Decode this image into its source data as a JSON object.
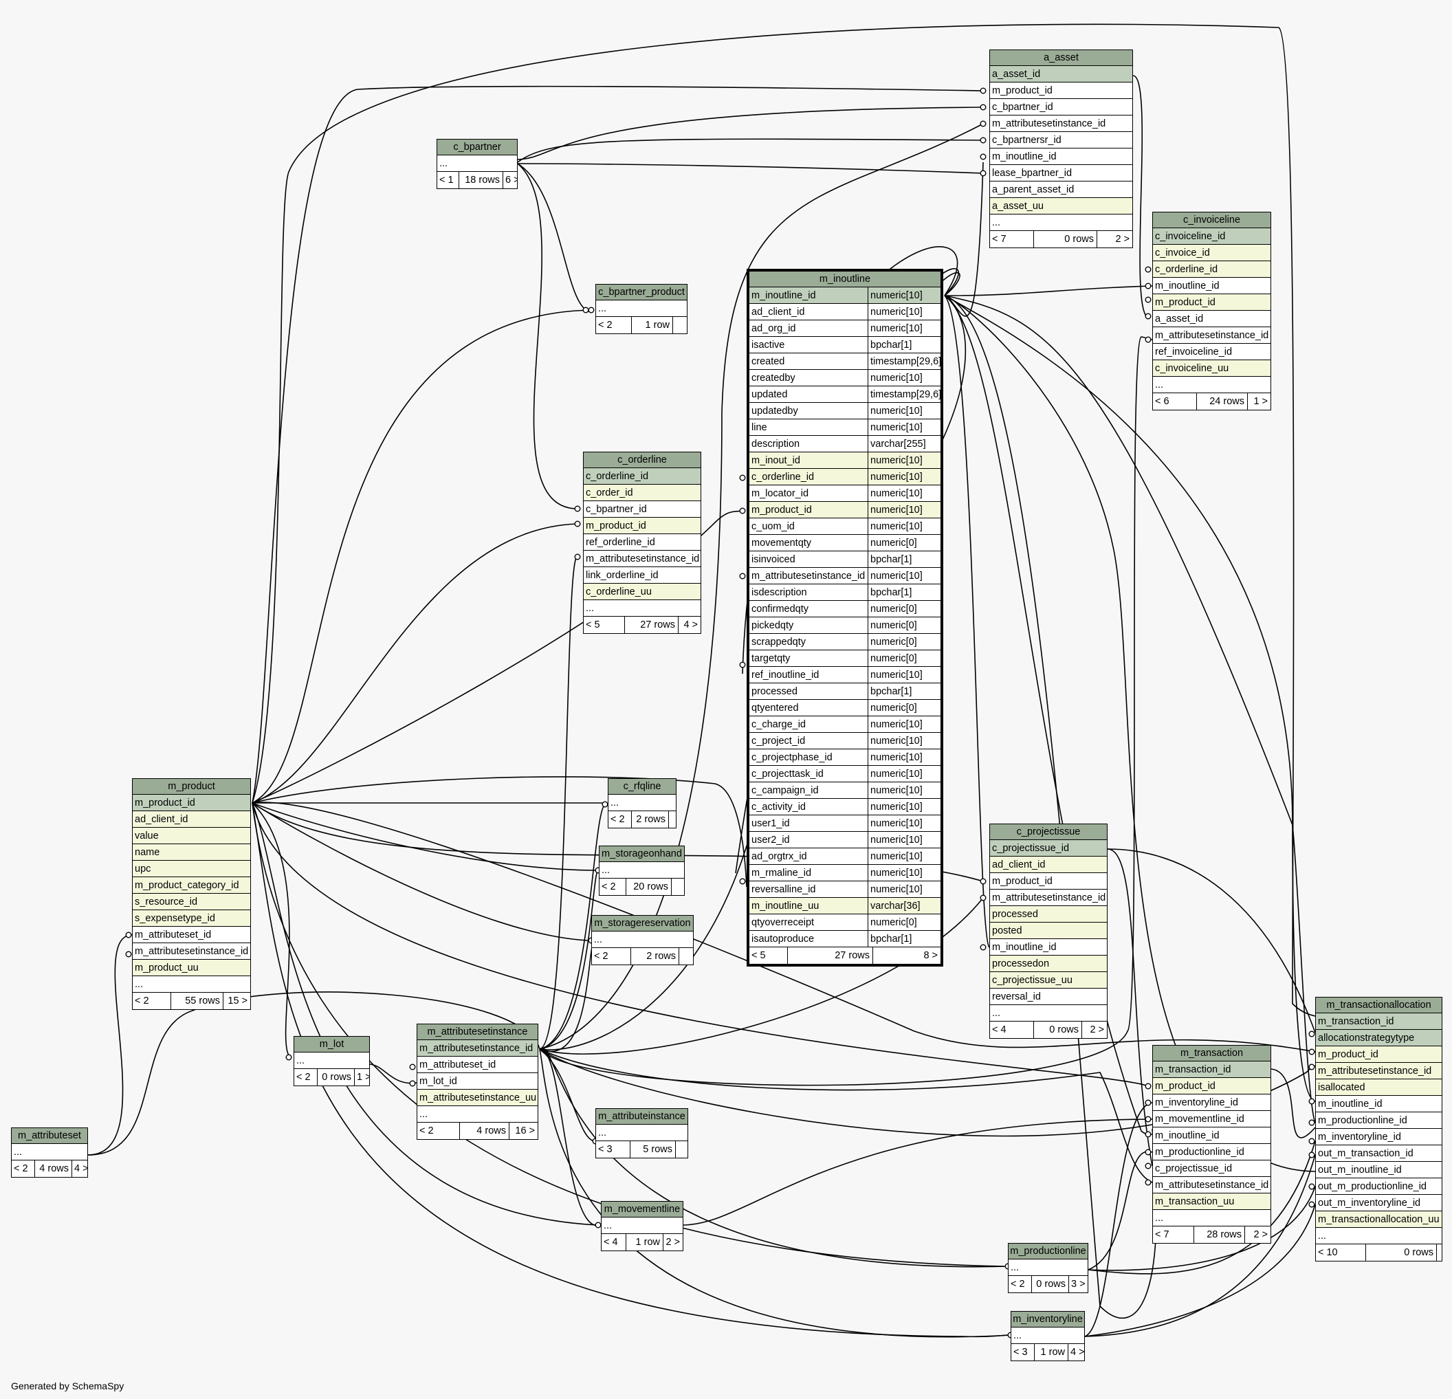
{
  "footer": {
    "generated_by": "Generated by SchemaSpy"
  },
  "tables": {
    "a_asset": {
      "name": "a_asset",
      "columns": [
        {
          "name": "a_asset_id",
          "kind": "pk"
        },
        {
          "name": "m_product_id"
        },
        {
          "name": "c_bpartner_id"
        },
        {
          "name": "m_attributesetinstance_id"
        },
        {
          "name": "c_bpartnersr_id"
        },
        {
          "name": "m_inoutline_id"
        },
        {
          "name": "lease_bpartner_id"
        },
        {
          "name": "a_parent_asset_id"
        },
        {
          "name": "a_asset_uu",
          "kind": "idx"
        },
        {
          "name": "..."
        }
      ],
      "footer": [
        "< 7",
        "0 rows",
        "2 >"
      ]
    },
    "c_bpartner": {
      "name": "c_bpartner",
      "columns": [
        {
          "name": "..."
        }
      ],
      "footer": [
        "< 1",
        "18 rows",
        "6 >"
      ]
    },
    "c_bpartner_product": {
      "name": "c_bpartner_product",
      "columns": [
        {
          "name": "..."
        }
      ],
      "footer": [
        "< 2",
        "1 row",
        ""
      ]
    },
    "c_invoiceline": {
      "name": "c_invoiceline",
      "columns": [
        {
          "name": "c_invoiceline_id",
          "kind": "pk"
        },
        {
          "name": "c_invoice_id",
          "kind": "idx"
        },
        {
          "name": "c_orderline_id",
          "kind": "idx"
        },
        {
          "name": "m_inoutline_id"
        },
        {
          "name": "m_product_id",
          "kind": "idx"
        },
        {
          "name": "a_asset_id"
        },
        {
          "name": "m_attributesetinstance_id"
        },
        {
          "name": "ref_invoiceline_id"
        },
        {
          "name": "c_invoiceline_uu",
          "kind": "idx"
        },
        {
          "name": "..."
        }
      ],
      "footer": [
        "< 6",
        "24 rows",
        "1 >"
      ]
    },
    "m_inoutline": {
      "name": "m_inoutline",
      "columns": [
        {
          "name": "m_inoutline_id",
          "type": "numeric[10]",
          "kind": "pk"
        },
        {
          "name": "ad_client_id",
          "type": "numeric[10]"
        },
        {
          "name": "ad_org_id",
          "type": "numeric[10]"
        },
        {
          "name": "isactive",
          "type": "bpchar[1]"
        },
        {
          "name": "created",
          "type": "timestamp[29,6]"
        },
        {
          "name": "createdby",
          "type": "numeric[10]"
        },
        {
          "name": "updated",
          "type": "timestamp[29,6]"
        },
        {
          "name": "updatedby",
          "type": "numeric[10]"
        },
        {
          "name": "line",
          "type": "numeric[10]"
        },
        {
          "name": "description",
          "type": "varchar[255]"
        },
        {
          "name": "m_inout_id",
          "type": "numeric[10]",
          "kind": "idx"
        },
        {
          "name": "c_orderline_id",
          "type": "numeric[10]",
          "kind": "idx"
        },
        {
          "name": "m_locator_id",
          "type": "numeric[10]"
        },
        {
          "name": "m_product_id",
          "type": "numeric[10]",
          "kind": "idx"
        },
        {
          "name": "c_uom_id",
          "type": "numeric[10]"
        },
        {
          "name": "movementqty",
          "type": "numeric[0]"
        },
        {
          "name": "isinvoiced",
          "type": "bpchar[1]"
        },
        {
          "name": "m_attributesetinstance_id",
          "type": "numeric[10]"
        },
        {
          "name": "isdescription",
          "type": "bpchar[1]"
        },
        {
          "name": "confirmedqty",
          "type": "numeric[0]"
        },
        {
          "name": "pickedqty",
          "type": "numeric[0]"
        },
        {
          "name": "scrappedqty",
          "type": "numeric[0]"
        },
        {
          "name": "targetqty",
          "type": "numeric[0]"
        },
        {
          "name": "ref_inoutline_id",
          "type": "numeric[10]"
        },
        {
          "name": "processed",
          "type": "bpchar[1]"
        },
        {
          "name": "qtyentered",
          "type": "numeric[0]"
        },
        {
          "name": "c_charge_id",
          "type": "numeric[10]"
        },
        {
          "name": "c_project_id",
          "type": "numeric[10]"
        },
        {
          "name": "c_projectphase_id",
          "type": "numeric[10]"
        },
        {
          "name": "c_projecttask_id",
          "type": "numeric[10]"
        },
        {
          "name": "c_campaign_id",
          "type": "numeric[10]"
        },
        {
          "name": "c_activity_id",
          "type": "numeric[10]"
        },
        {
          "name": "user1_id",
          "type": "numeric[10]"
        },
        {
          "name": "user2_id",
          "type": "numeric[10]"
        },
        {
          "name": "ad_orgtrx_id",
          "type": "numeric[10]"
        },
        {
          "name": "m_rmaline_id",
          "type": "numeric[10]"
        },
        {
          "name": "reversalline_id",
          "type": "numeric[10]"
        },
        {
          "name": "m_inoutline_uu",
          "type": "varchar[36]",
          "kind": "idx"
        },
        {
          "name": "qtyoverreceipt",
          "type": "numeric[0]"
        },
        {
          "name": "isautoproduce",
          "type": "bpchar[1]"
        }
      ],
      "footer": [
        "< 5",
        "27 rows",
        "8 >"
      ]
    },
    "c_orderline": {
      "name": "c_orderline",
      "columns": [
        {
          "name": "c_orderline_id",
          "kind": "pk"
        },
        {
          "name": "c_order_id",
          "kind": "idx"
        },
        {
          "name": "c_bpartner_id"
        },
        {
          "name": "m_product_id",
          "kind": "idx"
        },
        {
          "name": "ref_orderline_id"
        },
        {
          "name": "m_attributesetinstance_id"
        },
        {
          "name": "link_orderline_id"
        },
        {
          "name": "c_orderline_uu",
          "kind": "idx"
        },
        {
          "name": "..."
        }
      ],
      "footer": [
        "< 5",
        "27 rows",
        "4 >"
      ]
    },
    "m_product": {
      "name": "m_product",
      "columns": [
        {
          "name": "m_product_id",
          "kind": "pk"
        },
        {
          "name": "ad_client_id",
          "kind": "idx"
        },
        {
          "name": "value",
          "kind": "idx"
        },
        {
          "name": "name",
          "kind": "idx"
        },
        {
          "name": "upc",
          "kind": "idx"
        },
        {
          "name": "m_product_category_id",
          "kind": "idx"
        },
        {
          "name": "s_resource_id",
          "kind": "idx"
        },
        {
          "name": "s_expensetype_id",
          "kind": "idx"
        },
        {
          "name": "m_attributeset_id"
        },
        {
          "name": "m_attributesetinstance_id"
        },
        {
          "name": "m_product_uu",
          "kind": "idx"
        },
        {
          "name": "..."
        }
      ],
      "footer": [
        "< 2",
        "55 rows",
        "15 >"
      ]
    },
    "c_rfqline": {
      "name": "c_rfqline",
      "columns": [
        {
          "name": "..."
        }
      ],
      "footer": [
        "< 2",
        "2 rows",
        ""
      ]
    },
    "m_storageonhand": {
      "name": "m_storageonhand",
      "columns": [
        {
          "name": "..."
        }
      ],
      "footer": [
        "< 2",
        "20 rows",
        ""
      ]
    },
    "m_storagereservation": {
      "name": "m_storagereservation",
      "columns": [
        {
          "name": "..."
        }
      ],
      "footer": [
        "< 2",
        "2 rows",
        ""
      ]
    },
    "c_projectissue": {
      "name": "c_projectissue",
      "columns": [
        {
          "name": "c_projectissue_id",
          "kind": "pk"
        },
        {
          "name": "ad_client_id",
          "kind": "idx"
        },
        {
          "name": "m_product_id"
        },
        {
          "name": "m_attributesetinstance_id"
        },
        {
          "name": "processed",
          "kind": "idx"
        },
        {
          "name": "posted",
          "kind": "idx"
        },
        {
          "name": "m_inoutline_id"
        },
        {
          "name": "processedon",
          "kind": "idx"
        },
        {
          "name": "c_projectissue_uu",
          "kind": "idx"
        },
        {
          "name": "reversal_id"
        },
        {
          "name": "..."
        }
      ],
      "footer": [
        "< 4",
        "0 rows",
        "2 >"
      ]
    },
    "m_transactionallocation": {
      "name": "m_transactionallocation",
      "columns": [
        {
          "name": "m_transaction_id",
          "kind": "pk"
        },
        {
          "name": "allocationstrategytype",
          "kind": "pk"
        },
        {
          "name": "m_product_id",
          "kind": "idx"
        },
        {
          "name": "m_attributesetinstance_id",
          "kind": "idx"
        },
        {
          "name": "isallocated",
          "kind": "idx"
        },
        {
          "name": "m_inoutline_id"
        },
        {
          "name": "m_productionline_id"
        },
        {
          "name": "m_inventoryline_id"
        },
        {
          "name": "out_m_transaction_id"
        },
        {
          "name": "out_m_inoutline_id"
        },
        {
          "name": "out_m_productionline_id"
        },
        {
          "name": "out_m_inventoryline_id"
        },
        {
          "name": "m_transactionallocation_uu",
          "kind": "idx"
        },
        {
          "name": "..."
        }
      ],
      "footer": [
        "< 10",
        "0 rows",
        ""
      ]
    },
    "m_transaction": {
      "name": "m_transaction",
      "columns": [
        {
          "name": "m_transaction_id",
          "kind": "pk"
        },
        {
          "name": "m_product_id",
          "kind": "idx"
        },
        {
          "name": "m_inventoryline_id"
        },
        {
          "name": "m_movementline_id"
        },
        {
          "name": "m_inoutline_id"
        },
        {
          "name": "m_productionline_id"
        },
        {
          "name": "c_projectissue_id"
        },
        {
          "name": "m_attributesetinstance_id"
        },
        {
          "name": "m_transaction_uu",
          "kind": "idx"
        },
        {
          "name": "..."
        }
      ],
      "footer": [
        "< 7",
        "28 rows",
        "2 >"
      ]
    },
    "m_lot": {
      "name": "m_lot",
      "columns": [
        {
          "name": "..."
        }
      ],
      "footer": [
        "< 2",
        "0 rows",
        "1 >"
      ]
    },
    "m_attributesetinstance": {
      "name": "m_attributesetinstance",
      "columns": [
        {
          "name": "m_attributesetinstance_id",
          "kind": "pk"
        },
        {
          "name": "m_attributeset_id"
        },
        {
          "name": "m_lot_id"
        },
        {
          "name": "m_attributesetinstance_uu",
          "kind": "idx"
        },
        {
          "name": "..."
        }
      ],
      "footer": [
        "< 2",
        "4 rows",
        "16 >"
      ]
    },
    "m_attributeinstance": {
      "name": "m_attributeinstance",
      "columns": [
        {
          "name": "..."
        }
      ],
      "footer": [
        "< 3",
        "5 rows",
        ""
      ]
    },
    "m_attributeset": {
      "name": "m_attributeset",
      "columns": [
        {
          "name": "..."
        }
      ],
      "footer": [
        "< 2",
        "4 rows",
        "4 >"
      ]
    },
    "m_movementline": {
      "name": "m_movementline",
      "columns": [
        {
          "name": "..."
        }
      ],
      "footer": [
        "< 4",
        "1 row",
        "2 >"
      ]
    },
    "m_productionline": {
      "name": "m_productionline",
      "columns": [
        {
          "name": "..."
        }
      ],
      "footer": [
        "< 2",
        "0 rows",
        "3 >"
      ]
    },
    "m_inventoryline": {
      "name": "m_inventoryline",
      "columns": [
        {
          "name": "..."
        }
      ],
      "footer": [
        "< 3",
        "1 row",
        "4 >"
      ]
    }
  }
}
